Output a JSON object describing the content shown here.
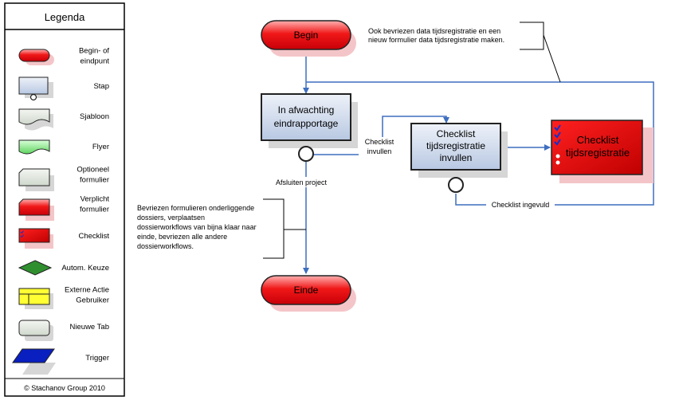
{
  "legend": {
    "title": "Legenda",
    "footer": "© Stachanov Group 2010",
    "items": [
      {
        "label_lines": [
          "Begin- of",
          "eindpunt"
        ],
        "icon": "terminator-icon"
      },
      {
        "label_lines": [
          "Stap"
        ],
        "icon": "step-icon"
      },
      {
        "label_lines": [
          "Sjabloon"
        ],
        "icon": "template-icon"
      },
      {
        "label_lines": [
          "Flyer"
        ],
        "icon": "flyer-icon"
      },
      {
        "label_lines": [
          "Optioneel",
          "formulier"
        ],
        "icon": "optional-form-icon"
      },
      {
        "label_lines": [
          "Verplicht",
          "formulier"
        ],
        "icon": "required-form-icon"
      },
      {
        "label_lines": [
          "Checklist"
        ],
        "icon": "checklist-icon"
      },
      {
        "label_lines": [
          "Autom. Keuze"
        ],
        "icon": "decision-icon"
      },
      {
        "label_lines": [
          "Externe Actie",
          "Gebruiker"
        ],
        "icon": "external-action-icon"
      },
      {
        "label_lines": [
          "Nieuwe Tab"
        ],
        "icon": "new-tab-icon"
      },
      {
        "label_lines": [
          "Trigger"
        ],
        "icon": "trigger-icon"
      }
    ]
  },
  "flow": {
    "begin": "Begin",
    "end": "Einde",
    "step_waiting": [
      "In afwachting",
      "eindrapportage"
    ],
    "step_checklist": [
      "Checklist",
      "tijdsregistratie",
      "invullen"
    ],
    "checklist_doc": [
      "Checklist",
      "tijdsregistratie"
    ],
    "label_checklist_fill": [
      "Checklist",
      "invullen"
    ],
    "label_close_project": "Afsluiten project",
    "label_checklist_done": "Checklist ingevuld",
    "note_top": [
      "Ook bevriezen data tijdsregistratie en een",
      "nieuw formulier data tijdsregistratie maken."
    ],
    "note_left": [
      "Bevriezen formulieren onderliggende",
      "dossiers, verplaatsen",
      "dossierworkflows van bijna klaar naar",
      "einde, bevriezen alle andere",
      "dossierworkflows."
    ]
  },
  "colors": {
    "red": "#e8000a",
    "step_blue": "#c6d3e8",
    "arrow_blue": "#3e6fbf",
    "shadow_pink": "#f4c5c8",
    "shadow_grey": "#d6d6d6",
    "flyer_green": "#78e078",
    "decision_green": "#2f8f2f",
    "external_yellow": "#ffff33",
    "trigger_blue": "#0a1fbf"
  }
}
